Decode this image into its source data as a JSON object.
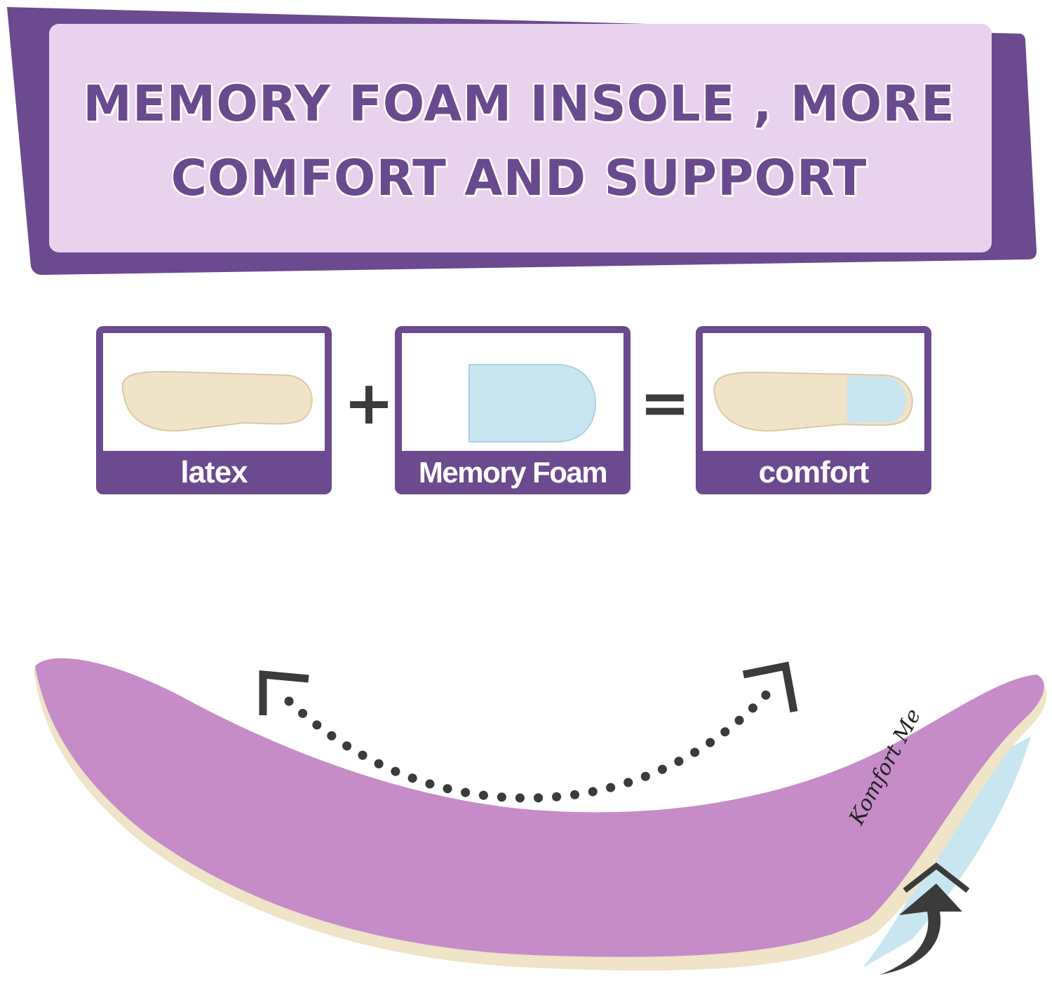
{
  "banner": {
    "line1": "MEMORY FOAM INSOLE , MORE",
    "line2": "COMFORT AND SUPPORT"
  },
  "cards": [
    {
      "label": "latex"
    },
    {
      "label": "Memory Foam"
    },
    {
      "label": "comfort"
    }
  ],
  "operators": {
    "plus": "+",
    "equals": "="
  },
  "brand_signature": "Komfort Me",
  "colors": {
    "purple_dark": "#6b4a8f",
    "lavender": "#e9d2ee",
    "insole_pink": "#c68cc8",
    "latex_beige": "#efe3c8",
    "foam_blue": "#c9e6f0",
    "arrow_grey": "#3b3b3b"
  },
  "icons": [
    "flex-arrow-icon",
    "dotted-arc-arrow-icon",
    "upward-arrow-icon"
  ]
}
